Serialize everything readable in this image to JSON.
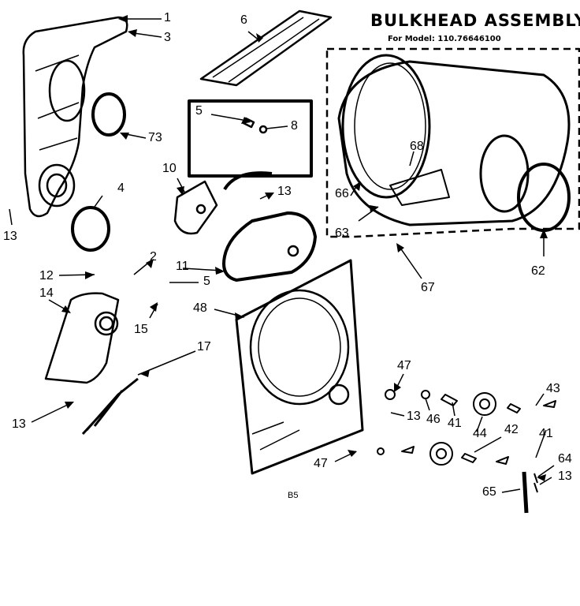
{
  "diagram": {
    "title": "BULKHEAD ASSEMBLY",
    "model_line": "For Model: 110.76646100",
    "figure_code": "B5",
    "callouts": {
      "p1": "1",
      "p3": "3",
      "p6": "6",
      "p73": "73",
      "p5a": "5",
      "p8": "8",
      "p10": "10",
      "p4": "4",
      "p13a": "13",
      "p13b": "13",
      "p2": "2",
      "p12": "12",
      "p11": "11",
      "p5b": "5",
      "p14": "14",
      "p15": "15",
      "p48": "48",
      "p17": "17",
      "p13c": "13",
      "p68": "68",
      "p66": "66",
      "p63": "63",
      "p62": "62",
      "p67": "67",
      "p47a": "47",
      "p13d": "13",
      "p46": "46",
      "p41a": "41",
      "p44": "44",
      "p42": "42",
      "p43": "43",
      "p41b": "41",
      "p47b": "47",
      "p64": "64",
      "p13e": "13",
      "p65": "65"
    }
  }
}
